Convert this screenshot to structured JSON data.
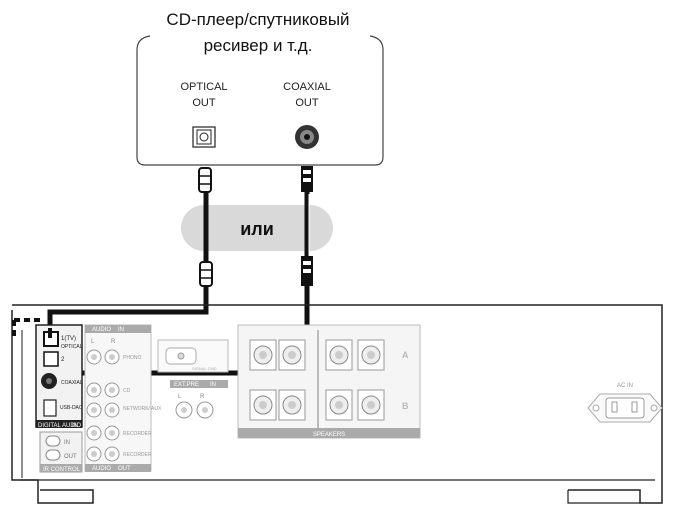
{
  "source": {
    "title_line1": "CD-плеер/спутниковый",
    "title_line2": "ресивер и т.д.",
    "optical_label_1": "OPTICAL",
    "optical_label_2": "OUT",
    "coaxial_label_1": "COAXIAL",
    "coaxial_label_2": "OUT"
  },
  "or_label": "или",
  "amp": {
    "digital_inputs": {
      "optical1": "1(TV)",
      "optical1_sub": "OPTICAL",
      "optical2": "2",
      "coaxial": "COAXIAL",
      "usb": "USB-DAC",
      "section_label": "DIGITAL AUDIO",
      "section_suffix": "IN"
    },
    "ir_control": {
      "label": "IR CONTROL",
      "in": "IN",
      "out": "OUT"
    },
    "audio_in": {
      "label": "AUDIO",
      "suffix": "IN",
      "l": "L",
      "r": "R",
      "inputs": [
        "PHONO",
        "CD",
        "NETWORK/ AUX",
        "RECORDER"
      ]
    },
    "audio_out": {
      "label": "AUDIO",
      "suffix": "OUT",
      "name": "RECORDER"
    },
    "ext_pre": {
      "label": "EXT.PRE",
      "suffix": "IN",
      "signal_gnd": "SIGNAL GND"
    },
    "speakers": {
      "label": "SPEAKERS",
      "row_a": "A",
      "row_b": "B"
    },
    "ac_in": "AC IN"
  }
}
